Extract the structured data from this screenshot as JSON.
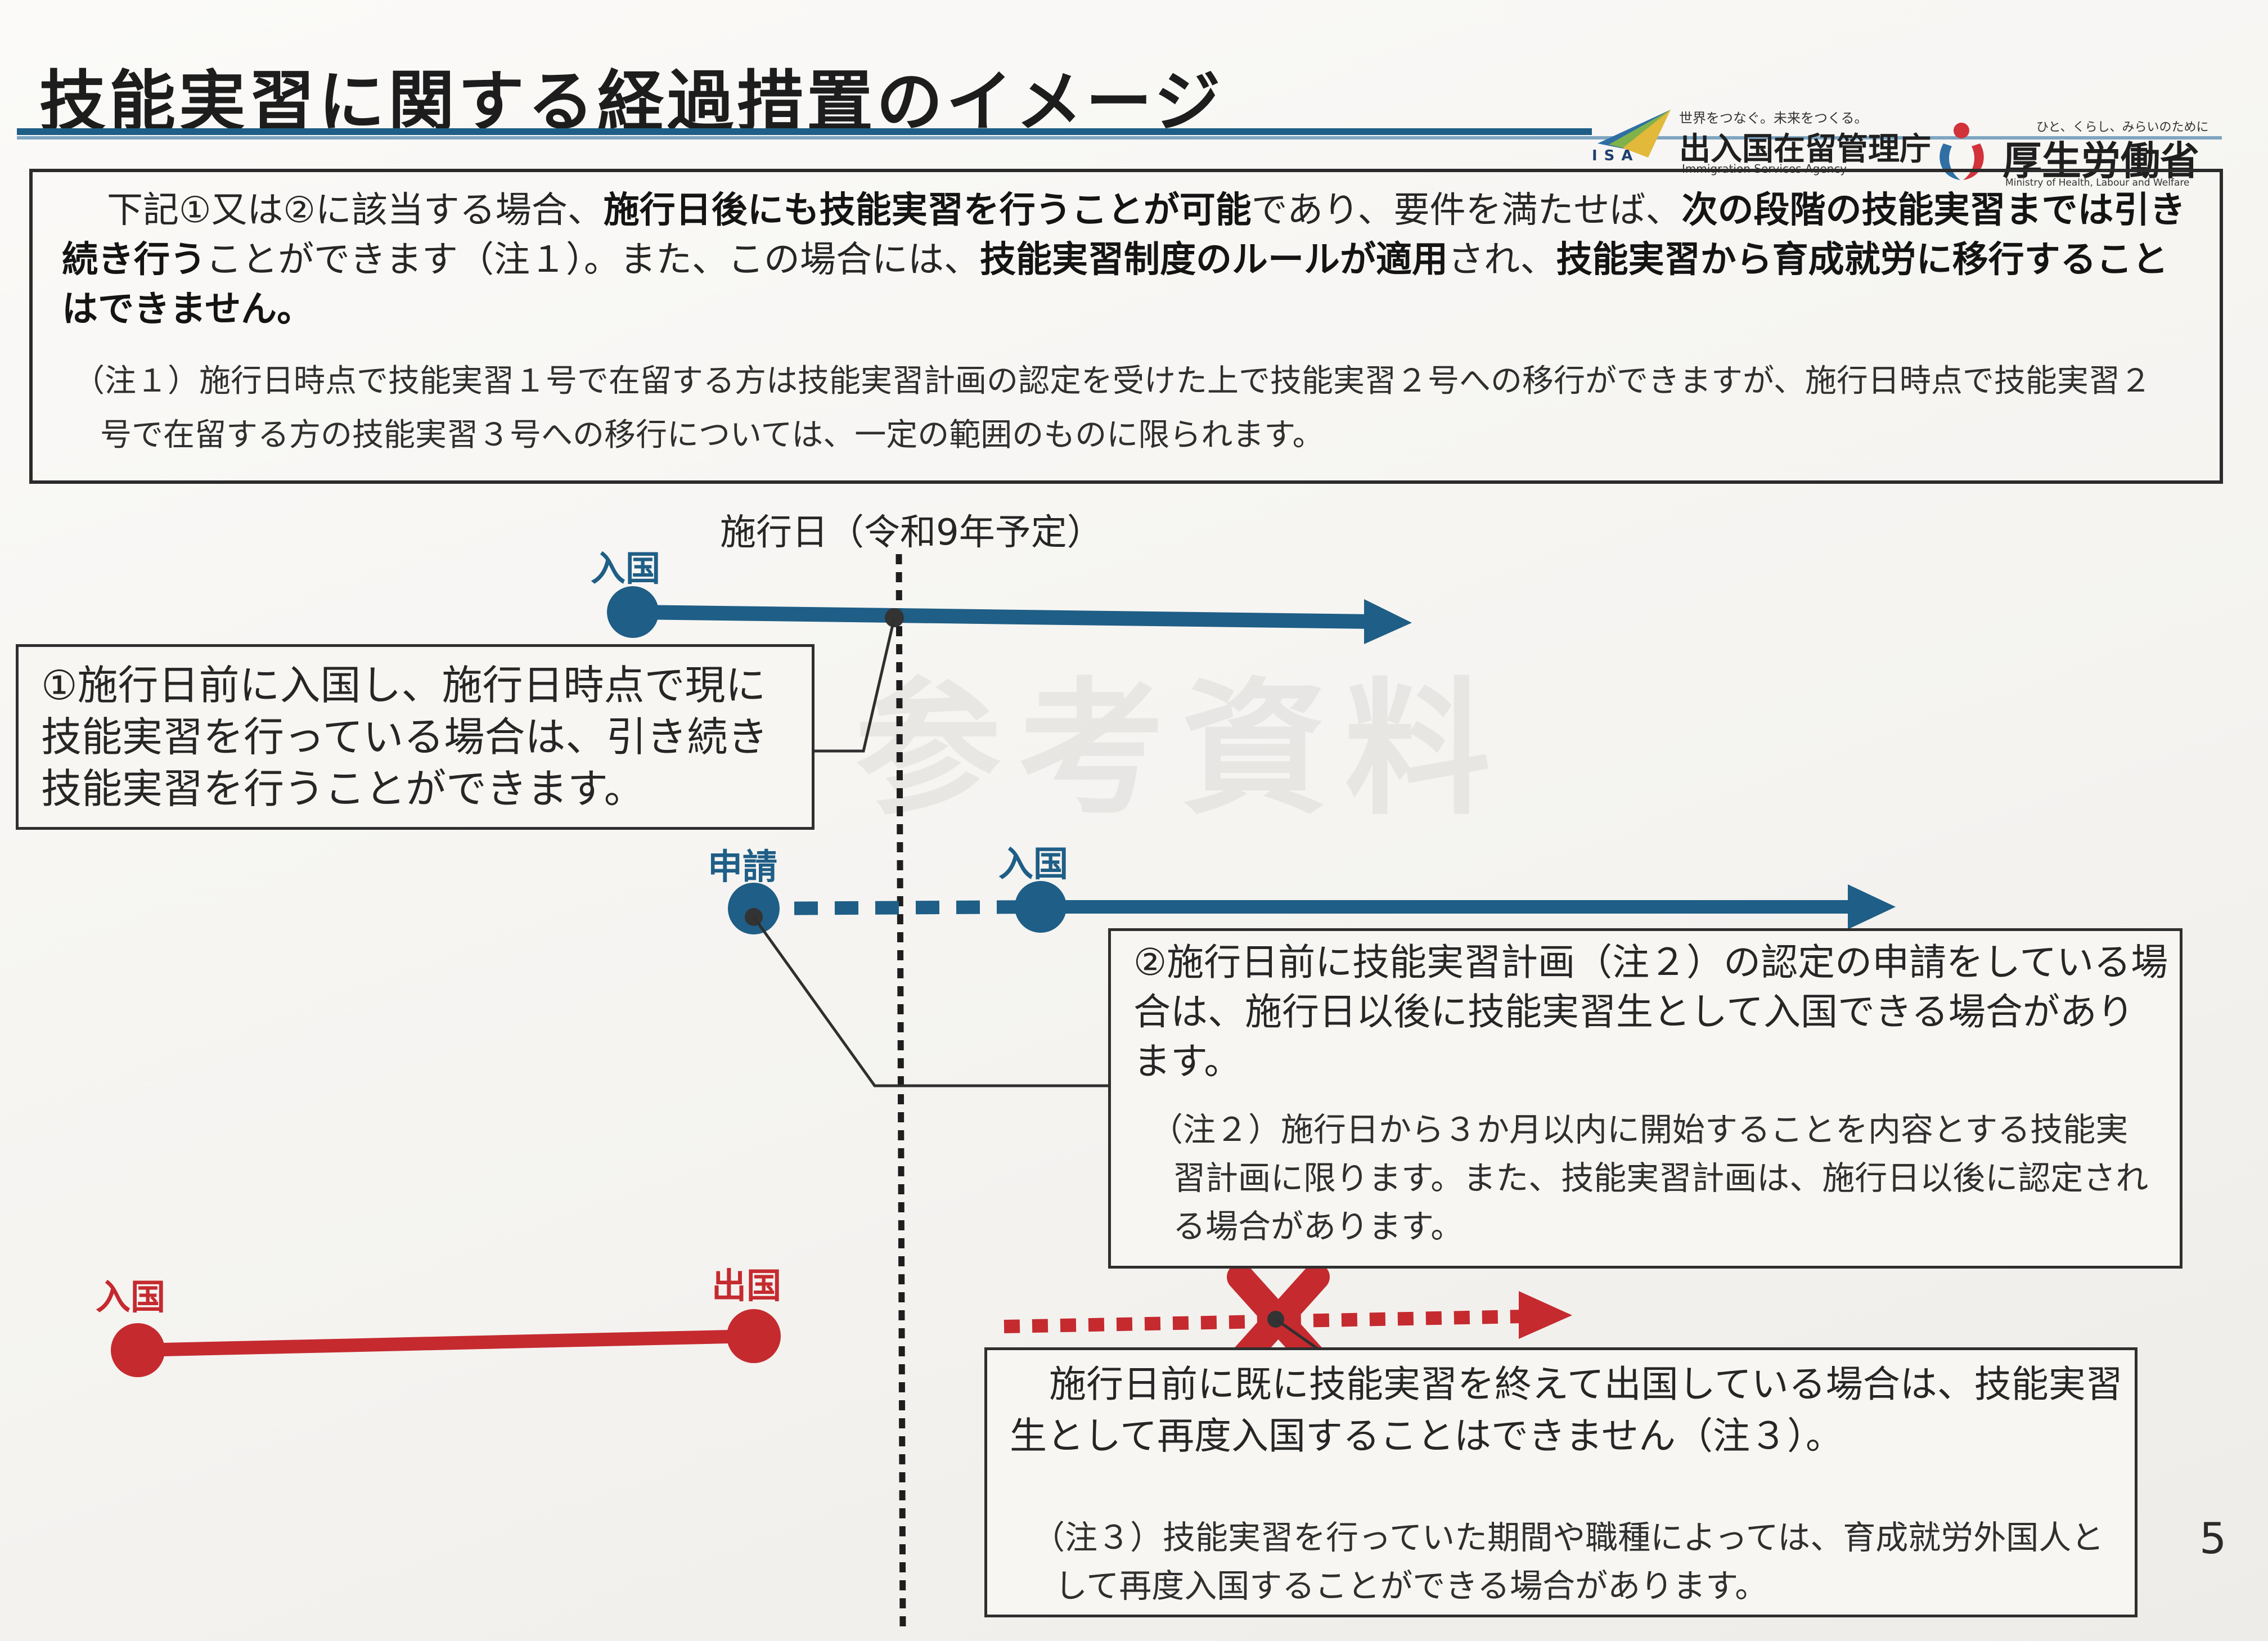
{
  "header": {
    "title": "技能実習に関する経過措置のイメージ",
    "isa_tagline": "世界をつなぐ。未来をつくる。",
    "isa_name": "出入国在留管理庁",
    "isa_name_en": "Immigration Services Agency",
    "isa_letters": "ISA",
    "mhlw_tagline": "ひと、くらし、みらいのために",
    "mhlw_name": "厚生労働省",
    "mhlw_name_en": "Ministry of Health, Labour and Welfare"
  },
  "intro": {
    "p1": "下記①又は②に該当する場合、",
    "p1_bold": "施行日後にも技能実習を行うことが可能",
    "p2": "であり、要件を満たせば、",
    "p2_bold": "次の段階の技能実習までは引き続き行う",
    "p3": "ことができます（注１）。また、この場合には、",
    "p3_bold": "技能実習制度のルールが適用",
    "p4": "され、",
    "p4_bold": "技能実習から育成就労に移行することはできません。",
    "note1": "（注１）施行日時点で技能実習１号で在留する方は技能実習計画の認定を受けた上で技能実習２号への移行ができますが、施行日時点で技能実習２号で在留する方の技能実習３号への移行については、一定の範囲のものに限られます。"
  },
  "diagram": {
    "enforcement_date_label": "施行日（令和9年予定）",
    "case1": {
      "entry_label": "入国",
      "text": "①施行日前に入国し、施行日時点で現に技能実習を行っている場合は、引き続き技能実習を行うことができます。"
    },
    "case2": {
      "apply_label": "申請",
      "entry_label": "入国",
      "text": "②施行日前に技能実習計画（注２）の認定の申請をしている場合は、施行日以後に技能実習生として入国できる場合があります。",
      "note": "（注２）施行日から３か月以内に開始することを内容とする技能実習計画に限ります。また、技能実習計画は、施行日以後に認定される場合があります。"
    },
    "case3": {
      "entry_label": "入国",
      "exit_label": "出国",
      "text": "施行日前に既に技能実習を終えて出国している場合は、技能実習生として再度入国することはできません（注３）。",
      "note": "（注３）技能実習を行っていた期間や職種によっては、育成就労外国人として再度入国することができる場合があります。"
    },
    "watermark": "参考資料"
  },
  "page_number": "5",
  "colors": {
    "blue": "#1f5e86",
    "red": "#c52a2f",
    "text": "#262626"
  }
}
